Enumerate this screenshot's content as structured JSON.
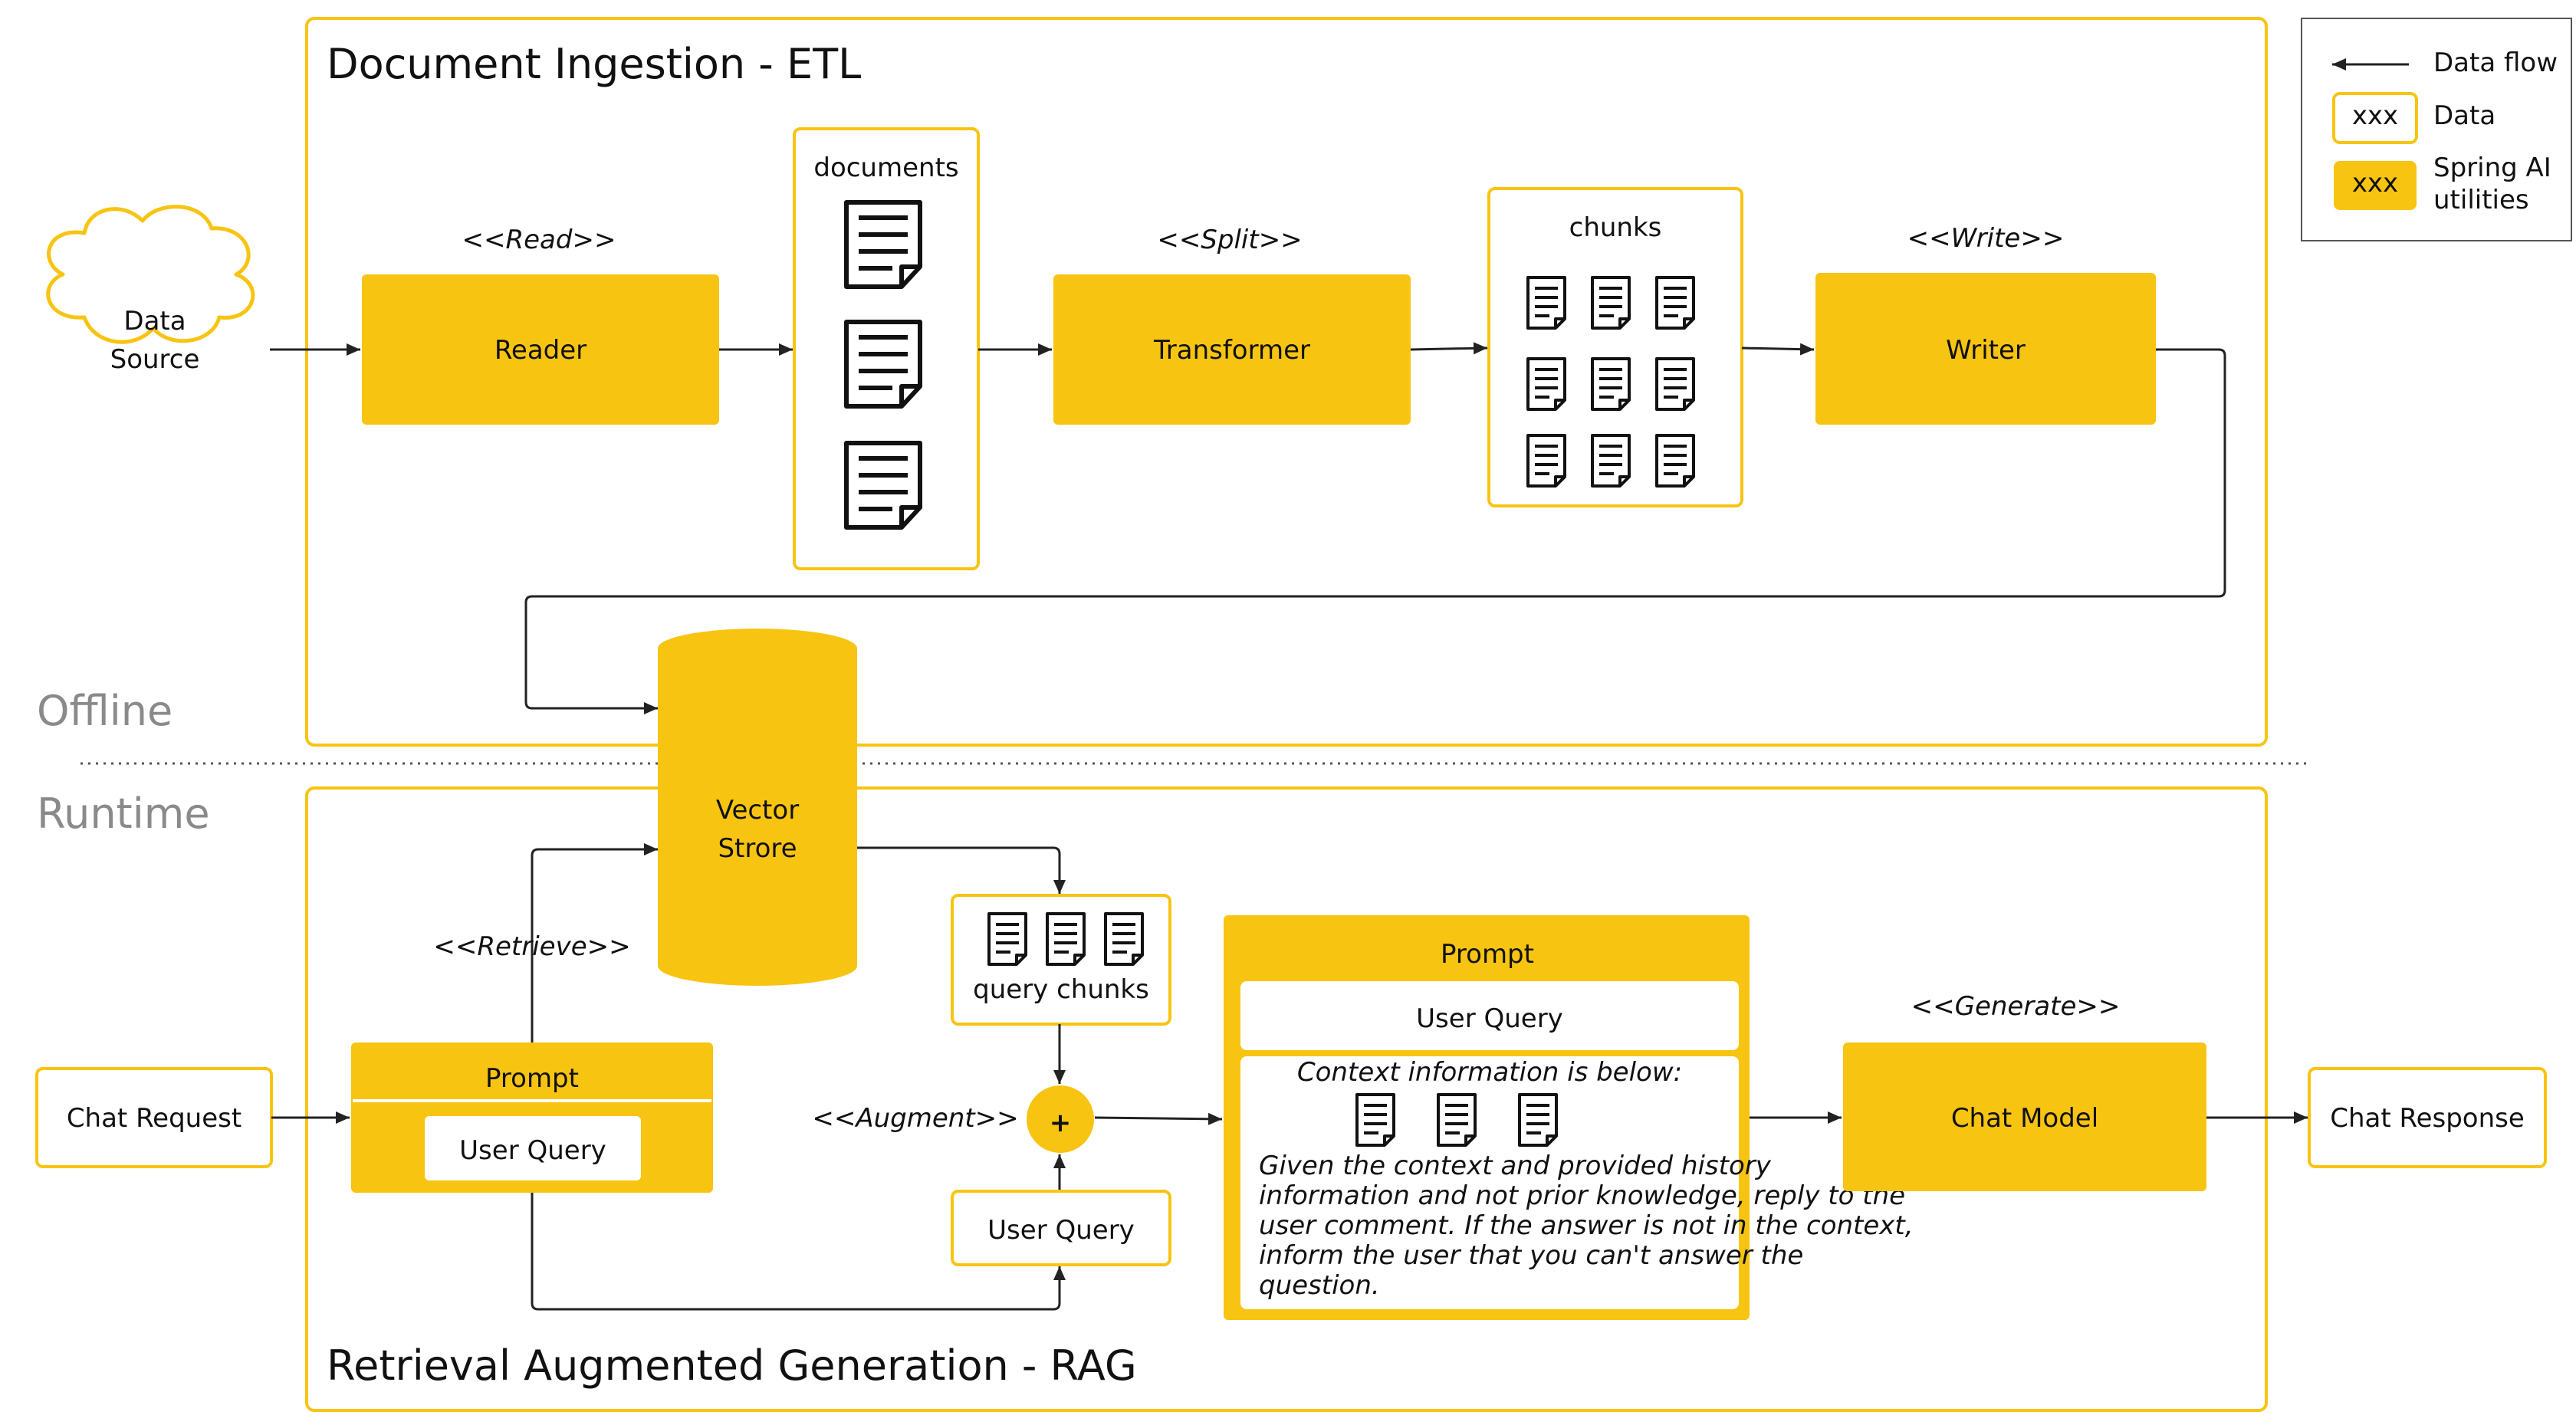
{
  "panels": {
    "etl_title": "Document Ingestion - ETL",
    "rag_title": "Retrieval Augmented Generation - RAG"
  },
  "zones": {
    "offline": "Offline",
    "runtime": "Runtime"
  },
  "legend": {
    "data_flow": "Data flow",
    "data_sample": "xxx",
    "data": "Data",
    "utility_sample": "xxx",
    "utility_line1": "Spring AI",
    "utility_line2": "utilities"
  },
  "etl": {
    "data_source_line1": "Data",
    "data_source_line2": "Source",
    "read_stereotype": "<<Read>>",
    "reader": "Reader",
    "documents": "documents",
    "split_stereotype": "<<Split>>",
    "transformer": "Transformer",
    "chunks": "chunks",
    "write_stereotype": "<<Write>>",
    "writer": "Writer"
  },
  "vector_store": {
    "line1": "Vector",
    "line2": "Strore"
  },
  "rag": {
    "chat_request": "Chat Request",
    "retrieve_stereotype": "<<Retrieve>>",
    "prompt": "Prompt",
    "user_query": "User Query",
    "query_chunks": "query chunks",
    "augment_stereotype": "<<Augment>>",
    "plus": "+",
    "augmented_user_query": "User Query",
    "augmented_prompt": "Prompt",
    "augmented_prompt_user_query": "User Query",
    "context_header": "Context information is below:",
    "context_line1": "Given the context and provided history",
    "context_line2": "information and not prior knowledge, reply to the",
    "context_line3": "user comment. If the answer is not in the context,",
    "context_line4": "inform the user that you can't answer the",
    "context_line5": "question.",
    "generate_stereotype": "<<Generate>>",
    "chat_model": "Chat Model",
    "chat_response": "Chat Response"
  },
  "colors": {
    "accent": "#f8c412",
    "line": "#222222",
    "zone_text": "#8a8a8a"
  }
}
